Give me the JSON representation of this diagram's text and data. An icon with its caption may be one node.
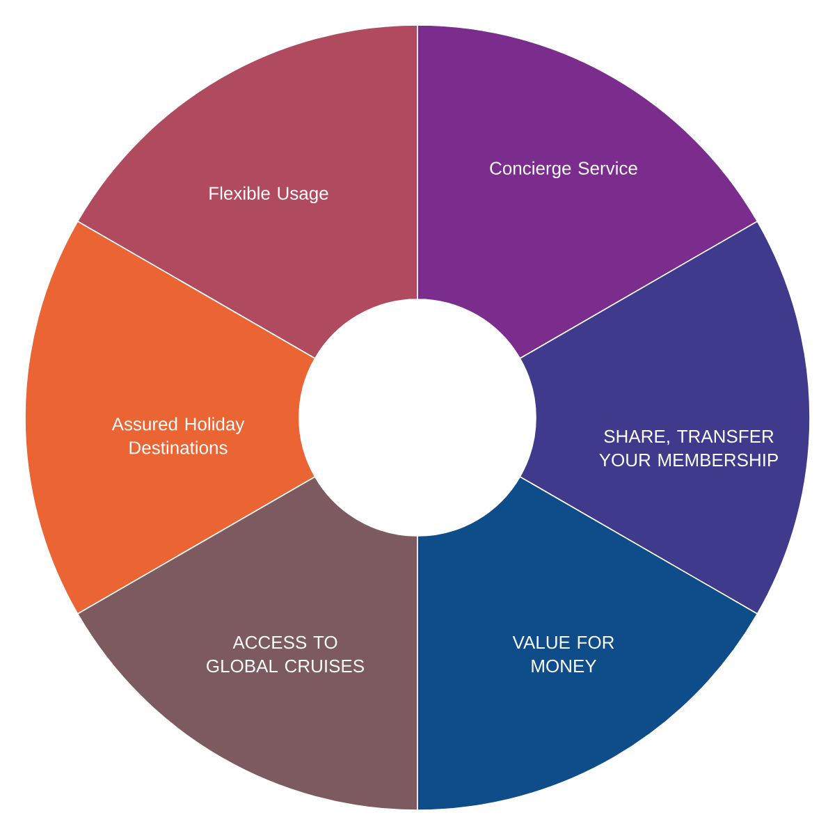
{
  "diagram": {
    "nodes": [
      {
        "text": [
          "Flexible Usage"
        ]
      },
      {
        "text": [
          "Concierge Service"
        ]
      },
      {
        "text": [
          "Assured Holiday Destinations"
        ]
      },
      {
        "text": [
          "SHARE, TRANSFER YOUR MEMBERSHIP"
        ]
      },
      {
        "text": [
          "ACCESS TO GLOBAL CRUISES"
        ]
      },
      {
        "text": [
          "VALUE FOR MONEY"
        ]
      }
    ]
  }
}
